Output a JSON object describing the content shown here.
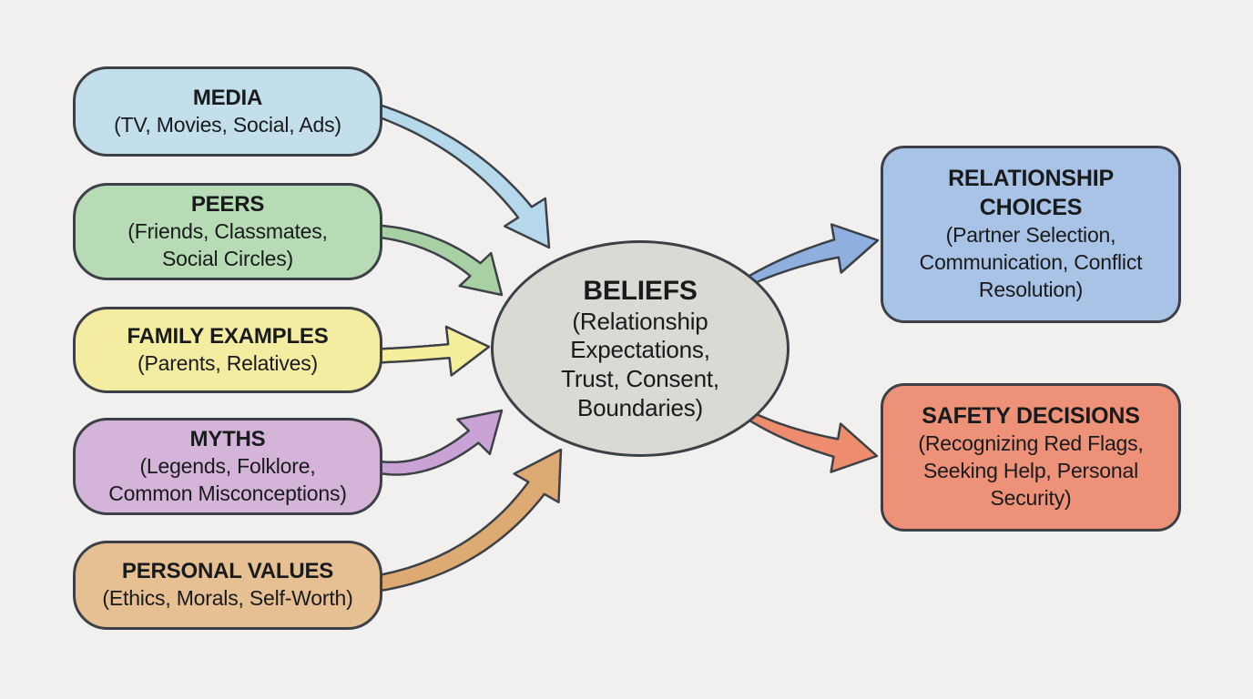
{
  "diagram": {
    "background": "#f1f0ee",
    "outline": "#3d4147",
    "text_color": "#191a1c"
  },
  "nodes": {
    "sources": [
      {
        "id": "media",
        "title": "MEDIA",
        "subtitle": "(TV, Movies, Social, Ads)",
        "fill": "#c3dfec"
      },
      {
        "id": "peers",
        "title": "PEERS",
        "subtitle": "(Friends, Classmates,\nSocial Circles)",
        "fill": "#b7dbb4"
      },
      {
        "id": "family",
        "title": "FAMILY EXAMPLES",
        "subtitle": "(Parents, Relatives)",
        "fill": "#f4eda1"
      },
      {
        "id": "myths",
        "title": "MYTHS",
        "subtitle": "(Legends, Folklore,\nCommon Misconceptions)",
        "fill": "#d5b4da"
      },
      {
        "id": "personal-values",
        "title": "PERSONAL VALUES",
        "subtitle": "(Ethics, Morals, Self-Worth)",
        "fill": "#e6c093"
      }
    ],
    "center": {
      "id": "beliefs",
      "title": "BELIEFS",
      "subtitle": "(Relationship\nExpectations,\nTrust, Consent,\nBoundaries)",
      "fill": "#dbd9d4"
    },
    "outcomes": [
      {
        "id": "relationship-choices",
        "title": "RELATIONSHIP\nCHOICES",
        "subtitle": "(Partner Selection,\nCommunication, Conflict\nResolution)",
        "fill": "#a9c3e6"
      },
      {
        "id": "safety-decisions",
        "title": "SAFETY DECISIONS",
        "subtitle": "(Recognizing Red Flags,\nSeeking Help, Personal\nSecurity)",
        "fill": "#ee9179"
      }
    ]
  },
  "arrows": [
    {
      "id": "media-to-beliefs",
      "from": "media",
      "to": "beliefs",
      "color": "#b5d8ea"
    },
    {
      "id": "peers-to-beliefs",
      "from": "peers",
      "to": "beliefs",
      "color": "#a8d0a4"
    },
    {
      "id": "family-to-beliefs",
      "from": "family",
      "to": "beliefs",
      "color": "#f5ee9d"
    },
    {
      "id": "myths-to-beliefs",
      "from": "myths",
      "to": "beliefs",
      "color": "#c9a2d6"
    },
    {
      "id": "personal-values-to-beliefs",
      "from": "personal-values",
      "to": "beliefs",
      "color": "#dcaa72"
    },
    {
      "id": "beliefs-to-relationship-choices",
      "from": "beliefs",
      "to": "relationship-choices",
      "color": "#8fafdf"
    },
    {
      "id": "beliefs-to-safety-decisions",
      "from": "beliefs",
      "to": "safety-decisions",
      "color": "#ee8c6e"
    }
  ]
}
